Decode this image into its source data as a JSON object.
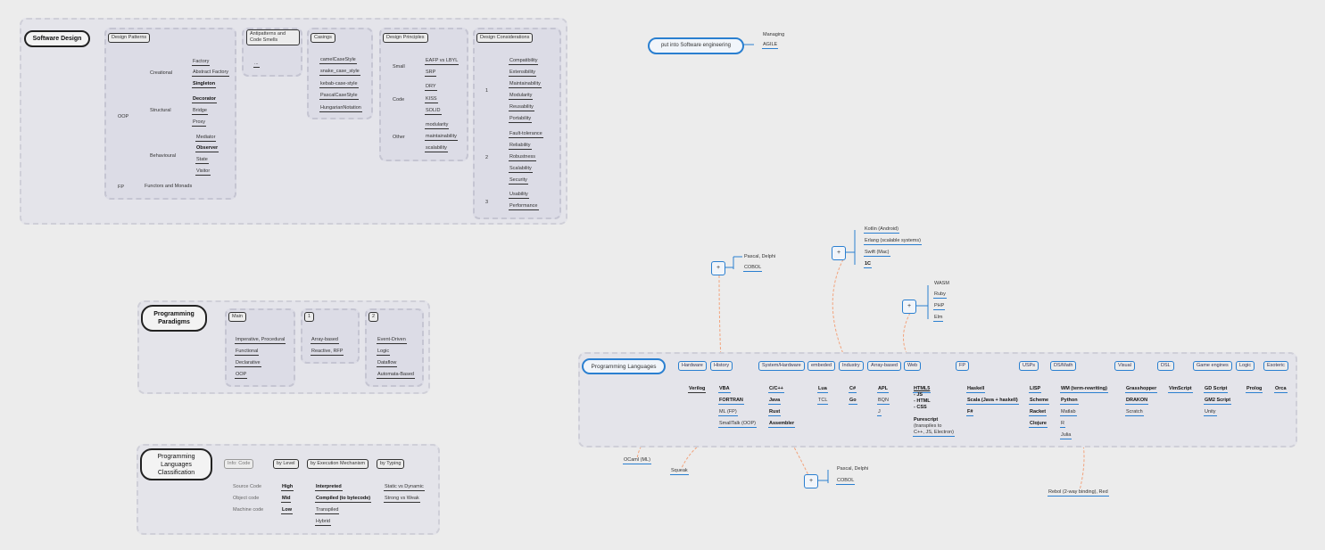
{
  "software_design": {
    "root": "Software Design",
    "design_patterns": "Design Patterns",
    "oop": "OOP",
    "creational": "Creational",
    "creational_items": [
      "Factory",
      "Abstract Factory",
      "Singleton"
    ],
    "structural": "Structural",
    "structural_items": [
      "Decorator",
      "Bridge",
      "Proxy"
    ],
    "behavioural": "Behavioural",
    "behavioural_items": [
      "Mediator",
      "Observer",
      "State",
      "Visitor"
    ],
    "fp": "FP",
    "fp_item": "Functors and Monads",
    "antipatterns": "Antipatterns and Code Smells",
    "antipatterns_item": "...",
    "casings": "Casings",
    "casing_items": [
      "camelCaseStyle",
      "snake_case_style",
      "kebab-case-style",
      "PascalCaseStyle",
      "HungarianNotation"
    ],
    "design_principles": "Design Principles",
    "small": "Small",
    "small_items": [
      "EAFP vs LBYL",
      "SRP"
    ],
    "code": "Code",
    "code_items": [
      "DRY",
      "KISS",
      "SOLID"
    ],
    "other": "Other",
    "other_items": [
      "modularity",
      "maintainability",
      "scalability"
    ],
    "design_considerations": "Design Considerations",
    "group1_label": "1",
    "group1_items": [
      "Compatibility",
      "Extensibility",
      "Maintainability",
      "Modularity",
      "Reusability",
      "Portability"
    ],
    "group2_label": "2",
    "group2_items": [
      "Fault-tolerance",
      "Reliability",
      "Robustness",
      "Scalability",
      "Security"
    ],
    "group3_label": "3",
    "group3_items": [
      "Usability",
      "Performance"
    ]
  },
  "software_engineering": {
    "root": "put into Software engineering",
    "managing": "Managing",
    "agile": "AGILE"
  },
  "paradigms": {
    "root": "Programming Paradigms",
    "main": "Main",
    "main_items": [
      "Imperative, Procedural",
      "Functional",
      "Declarative",
      "OOP"
    ],
    "extra1": "1",
    "extra1_items": [
      "Array-based",
      "Reactive, RFP"
    ],
    "extra2": "2",
    "extra2_items": [
      "Event-Driven",
      "Logic",
      "Dataflow",
      "Automata-Based"
    ]
  },
  "classification": {
    "root": "Programming Languages Classification",
    "info_code": "Info: Code",
    "info_items": [
      "Source Code",
      "Object code",
      "Machine code"
    ],
    "by_level": "by Level",
    "level_items": [
      "High",
      "Mid",
      "Low"
    ],
    "by_execution": "by Execution Mechanism",
    "execution_items": [
      "Interpreted",
      "Compiled (to bytecode)",
      "Transpiled",
      "Hybrid"
    ],
    "by_typing": "by Typing",
    "typing_items": [
      "Static vs Dynamic",
      "Strong vs Weak"
    ]
  },
  "languages": {
    "root": "Programming Languages",
    "categories": [
      "Hardware",
      "History",
      "System/Hardware",
      "embeded",
      "Industry",
      "Array-based",
      "Web",
      "FP",
      "USPs",
      "DS/Math",
      "Visual",
      "DSL",
      "Game engines",
      "Logic",
      "Esoteric"
    ],
    "hardware": [
      "Verilog"
    ],
    "history": [
      "VBA",
      "FORTRAN",
      "ML (FP)",
      "SmallTalk (OOP)"
    ],
    "system": [
      "C/C++",
      "Java",
      "Rust",
      "Assembler"
    ],
    "embeded": [
      "Lua",
      "TCL"
    ],
    "industry": [
      "C#",
      "Go"
    ],
    "array": [
      "APL",
      "BQN",
      "J"
    ],
    "web": [
      "HTML5",
      "- JS",
      "- HTML",
      "- CSS",
      "Purescript",
      "(transpiles to",
      "C++, JS, Electron)"
    ],
    "fp": [
      "Haskell",
      "Scala (Java + haskell)",
      "F#"
    ],
    "usps": [
      "LISP",
      "Scheme",
      "Racket",
      "Clojure"
    ],
    "dsmath": [
      "WM (term-rewriting)",
      "Python",
      "Matlab",
      "R",
      "Julia"
    ],
    "visual": [
      "Grasshopper",
      "DRAKON",
      "Scratch"
    ],
    "dsl": [
      "VimScript"
    ],
    "game": [
      "GD Script",
      "GM2 Script",
      "Unity"
    ],
    "logic": [
      "Prolog"
    ],
    "esoteric": [
      "Orca"
    ],
    "plus": "+",
    "history_plus_items": [
      "Pascal, Delphi",
      "COBOL"
    ],
    "industry_plus_items": [
      "Kotlin (Android)",
      "Erlang (scalable systems)",
      "Swift (Mac)",
      "1C"
    ],
    "web_plus_items": [
      "WASM",
      "Ruby",
      "PHP",
      "Elm"
    ],
    "bottom_plus_items": [
      "Pascal, Delphi",
      "COBOL"
    ],
    "ocaml": "OCaml (ML)",
    "squeak": "Squeak",
    "rebol": "Rebol (2-way binding), Red"
  },
  "colors": {
    "background": "#ececec",
    "accent": "#2a7fd0",
    "dashed_link": "#f2a37c"
  }
}
